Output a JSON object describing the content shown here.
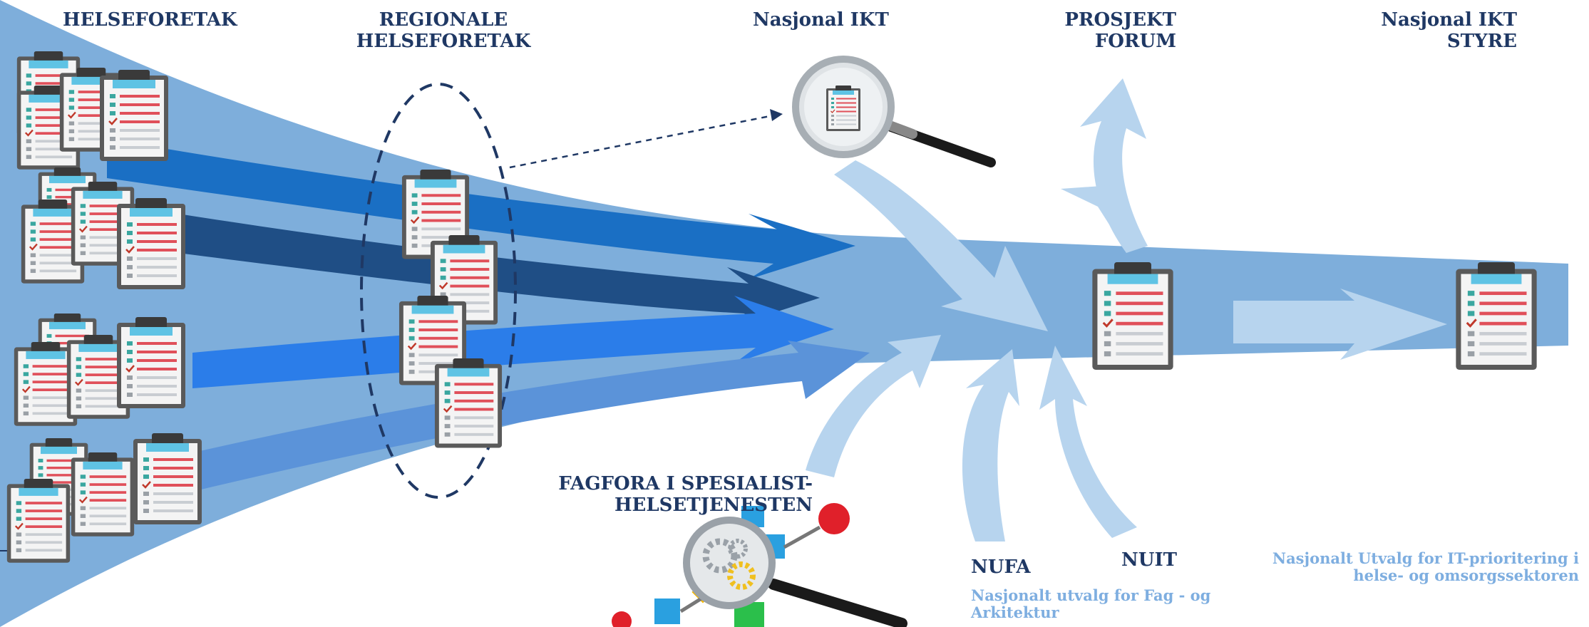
{
  "labels": {
    "helseforetak": "HELSEFORETAK",
    "regionale_line1": "REGIONALE",
    "regionale_line2": "HELSEFORETAK",
    "nasjonal_ikt": "Nasjonal IKT",
    "prosjekt_line1": "PROSJEKT",
    "prosjekt_line2": "FORUM",
    "styre_line1": "Nasjonal IKT",
    "styre_line2": "STYRE",
    "fagfora_line1": "FAGFORA I SPESIALIST-",
    "fagfora_line2": "HELSETJENESTEN",
    "nufa": "NUFA",
    "nufa_desc_line1": "Nasjonalt utvalg for Fag - og",
    "nufa_desc_line2": "Arkitektur",
    "nuit": "NUIT",
    "nuit_desc_line1": "Nasjonalt Utvalg for IT-prioritering i",
    "nuit_desc_line2": "helse- og omsorgssektoren"
  },
  "icons": {
    "document": "clipboard-checklist-icon",
    "review": "magnifying-glass-icon",
    "process": "magnifying-glass-gears-icon"
  },
  "colors": {
    "funnel": "#7eaedb",
    "arrow_1": "#1a6fc4",
    "arrow_2": "#1f4e85",
    "arrow_3": "#2b7de9",
    "arrow_4": "#5b93d9",
    "light_arrow": "#b7d4ee",
    "label": "#1f3864",
    "description": "#7eaee0"
  }
}
